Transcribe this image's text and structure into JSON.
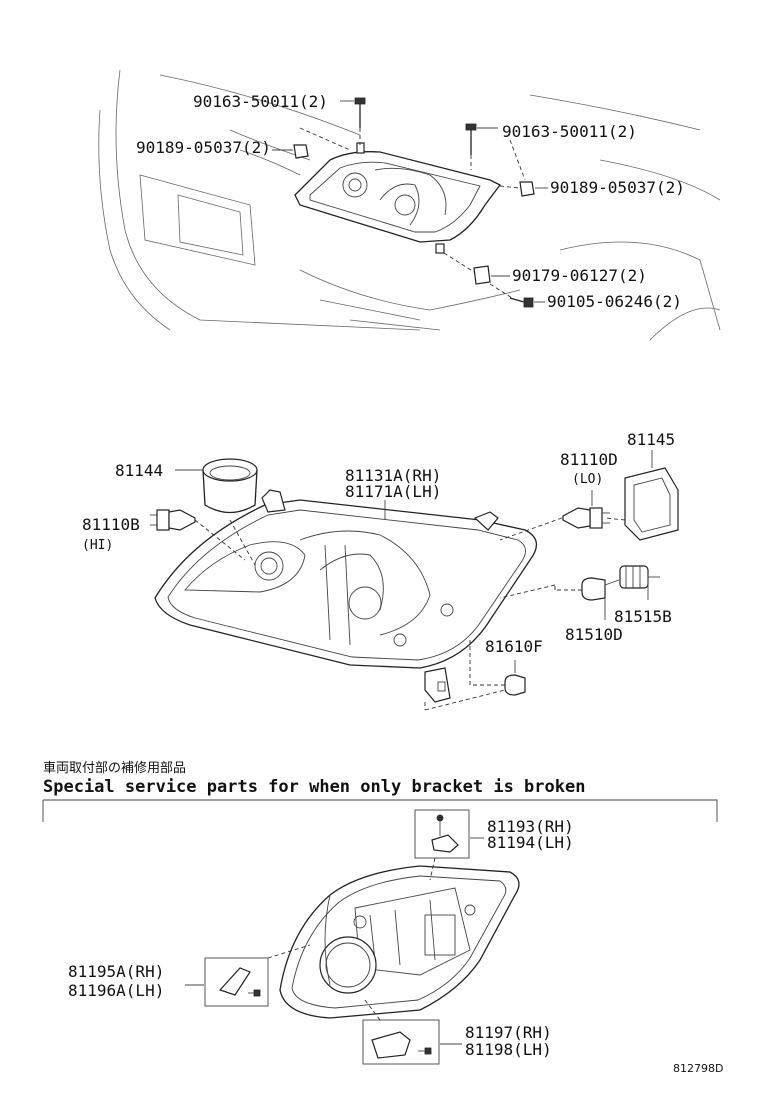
{
  "diagram": {
    "top_labels": {
      "bolt_a": "90163-50011(2)",
      "clip_a": "90189-05037(2)",
      "bolt_b": "90163-50011(2)",
      "clip_b": "90189-05037(2)",
      "nut": "90179-06127(2)",
      "screw": "90105-06246(2)"
    },
    "middle_labels": {
      "cap": "81144",
      "hi_bulb": "81110B",
      "hi_note": "(HI)",
      "unit_rh": "81131A(RH)",
      "unit_lh": "81171A(LH)",
      "lo_bulb": "81110D",
      "lo_note": "(LO)",
      "cover": "81145",
      "socket": "81515B",
      "bulb_small": "81510D",
      "bulb_side": "81610F"
    },
    "section": {
      "japanese": "車両取付部の補修用部品",
      "english": "Special service parts for when only bracket is broken"
    },
    "bottom_labels": {
      "bracket_top_rh": "81193(RH)",
      "bracket_top_lh": "81194(LH)",
      "bracket_left_rh": "81195A(RH)",
      "bracket_left_lh": "81196A(LH)",
      "bracket_bottom_rh": "81197(RH)",
      "bracket_bottom_lh": "81198(LH)"
    },
    "figure_id": "812798D"
  }
}
